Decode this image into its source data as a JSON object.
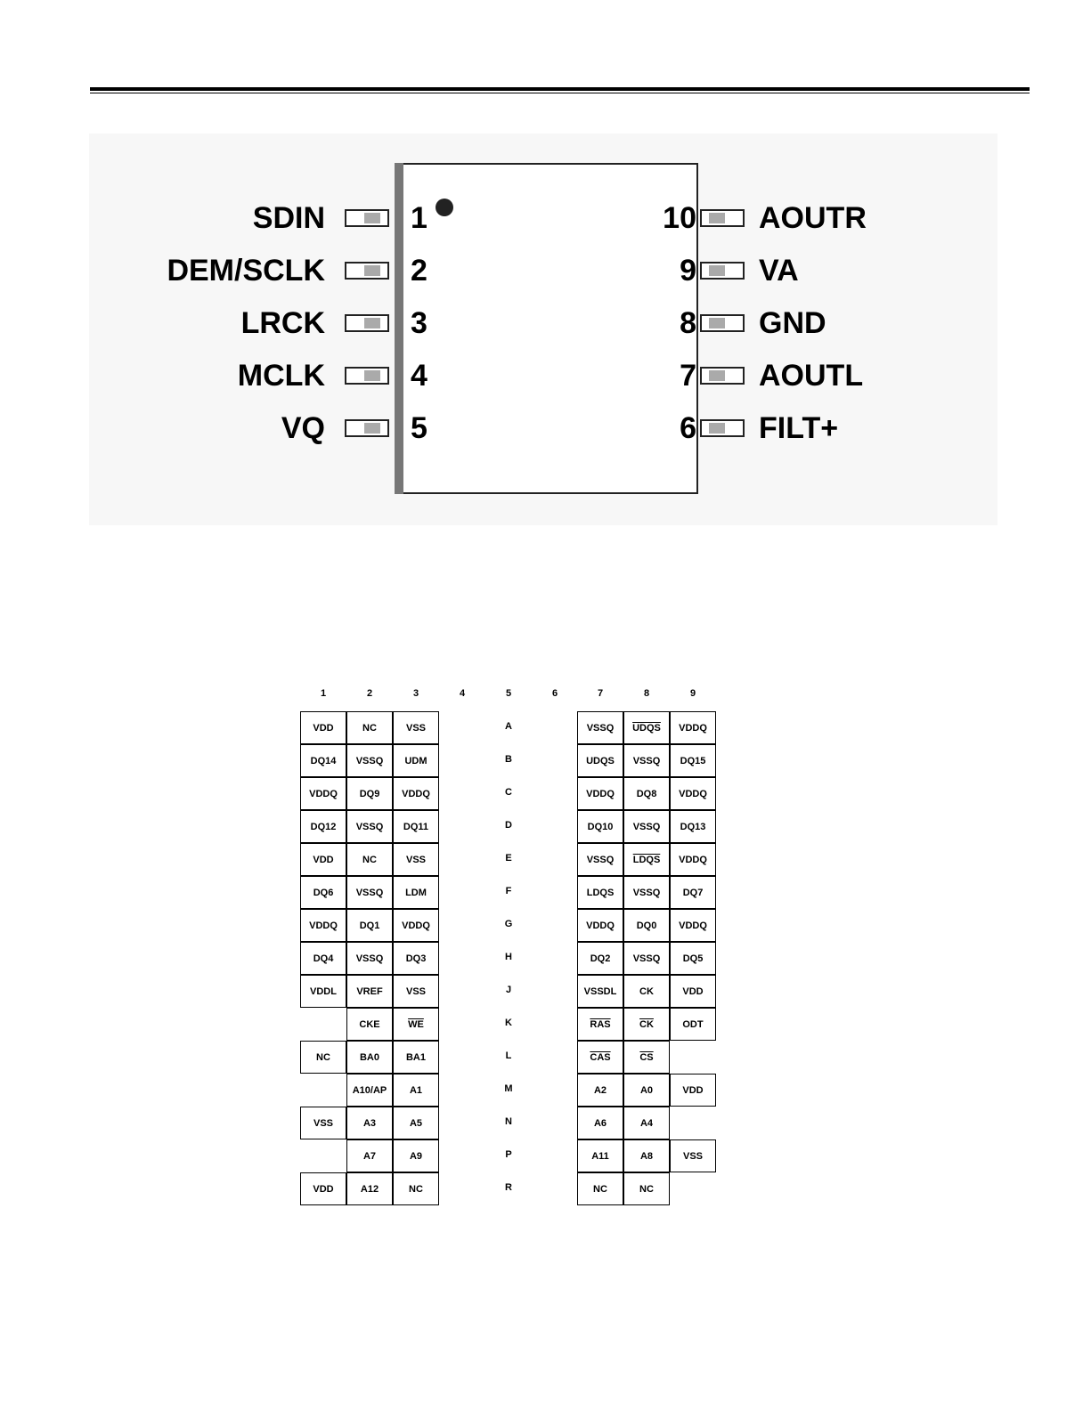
{
  "ic": {
    "left_pins": [
      {
        "num": "1",
        "name": "SDIN"
      },
      {
        "num": "2",
        "name": "DEM/SCLK"
      },
      {
        "num": "3",
        "name": "LRCK"
      },
      {
        "num": "4",
        "name": "MCLK"
      },
      {
        "num": "5",
        "name": "VQ"
      }
    ],
    "right_pins": [
      {
        "num": "10",
        "name": "AOUTR"
      },
      {
        "num": "9",
        "name": "VA"
      },
      {
        "num": "8",
        "name": "GND"
      },
      {
        "num": "7",
        "name": "AOUTL"
      },
      {
        "num": "6",
        "name": "FILT+"
      }
    ]
  },
  "bga": {
    "columns": [
      "1",
      "2",
      "3",
      "4",
      "5",
      "6",
      "7",
      "8",
      "9"
    ],
    "rows": [
      "A",
      "B",
      "C",
      "D",
      "E",
      "F",
      "G",
      "H",
      "J",
      "K",
      "L",
      "M",
      "N",
      "P",
      "R"
    ],
    "left_block": [
      [
        {
          "t": "VDD",
          "box": true
        },
        {
          "t": "NC",
          "box": true
        },
        {
          "t": "VSS",
          "box": true
        }
      ],
      [
        {
          "t": "DQ14",
          "box": true
        },
        {
          "t": "VSSQ",
          "box": true
        },
        {
          "t": "UDM",
          "box": true
        }
      ],
      [
        {
          "t": "VDDQ",
          "box": true
        },
        {
          "t": "DQ9",
          "box": true
        },
        {
          "t": "VDDQ",
          "box": true
        }
      ],
      [
        {
          "t": "DQ12",
          "box": true
        },
        {
          "t": "VSSQ",
          "box": true
        },
        {
          "t": "DQ11",
          "box": true
        }
      ],
      [
        {
          "t": "VDD",
          "box": true
        },
        {
          "t": "NC",
          "box": true
        },
        {
          "t": "VSS",
          "box": true
        }
      ],
      [
        {
          "t": "DQ6",
          "box": true
        },
        {
          "t": "VSSQ",
          "box": true
        },
        {
          "t": "LDM",
          "box": true
        }
      ],
      [
        {
          "t": "VDDQ",
          "box": true
        },
        {
          "t": "DQ1",
          "box": true
        },
        {
          "t": "VDDQ",
          "box": true
        }
      ],
      [
        {
          "t": "DQ4",
          "box": true
        },
        {
          "t": "VSSQ",
          "box": true
        },
        {
          "t": "DQ3",
          "box": true
        }
      ],
      [
        {
          "t": "VDDL",
          "box": true
        },
        {
          "t": "VREF",
          "box": true
        },
        {
          "t": "VSS",
          "box": true
        }
      ],
      [
        {
          "t": "",
          "box": false
        },
        {
          "t": "CKE",
          "box": true
        },
        {
          "t": "WE",
          "box": true,
          "ov": true
        }
      ],
      [
        {
          "t": "NC",
          "box": true
        },
        {
          "t": "BA0",
          "box": true
        },
        {
          "t": "BA1",
          "box": true
        }
      ],
      [
        {
          "t": "",
          "box": false
        },
        {
          "t": "A10/AP",
          "box": true
        },
        {
          "t": "A1",
          "box": true
        }
      ],
      [
        {
          "t": "VSS",
          "box": true
        },
        {
          "t": "A3",
          "box": true
        },
        {
          "t": "A5",
          "box": true
        }
      ],
      [
        {
          "t": "",
          "box": false
        },
        {
          "t": "A7",
          "box": true
        },
        {
          "t": "A9",
          "box": true
        }
      ],
      [
        {
          "t": "VDD",
          "box": true
        },
        {
          "t": "A12",
          "box": true
        },
        {
          "t": "NC",
          "box": true
        }
      ]
    ],
    "right_block": [
      [
        {
          "t": "VSSQ",
          "box": true
        },
        {
          "t": "UDQS",
          "box": true,
          "ov": true
        },
        {
          "t": "VDDQ",
          "box": true
        }
      ],
      [
        {
          "t": "UDQS",
          "box": true
        },
        {
          "t": "VSSQ",
          "box": true
        },
        {
          "t": "DQ15",
          "box": true
        }
      ],
      [
        {
          "t": "VDDQ",
          "box": true
        },
        {
          "t": "DQ8",
          "box": true
        },
        {
          "t": "VDDQ",
          "box": true
        }
      ],
      [
        {
          "t": "DQ10",
          "box": true
        },
        {
          "t": "VSSQ",
          "box": true
        },
        {
          "t": "DQ13",
          "box": true
        }
      ],
      [
        {
          "t": "VSSQ",
          "box": true
        },
        {
          "t": "LDQS",
          "box": true,
          "ov": true
        },
        {
          "t": "VDDQ",
          "box": true
        }
      ],
      [
        {
          "t": "LDQS",
          "box": true
        },
        {
          "t": "VSSQ",
          "box": true
        },
        {
          "t": "DQ7",
          "box": true
        }
      ],
      [
        {
          "t": "VDDQ",
          "box": true
        },
        {
          "t": "DQ0",
          "box": true
        },
        {
          "t": "VDDQ",
          "box": true
        }
      ],
      [
        {
          "t": "DQ2",
          "box": true
        },
        {
          "t": "VSSQ",
          "box": true
        },
        {
          "t": "DQ5",
          "box": true
        }
      ],
      [
        {
          "t": "VSSDL",
          "box": true
        },
        {
          "t": "CK",
          "box": true
        },
        {
          "t": "VDD",
          "box": true
        }
      ],
      [
        {
          "t": "RAS",
          "box": true,
          "ov": true
        },
        {
          "t": "CK",
          "box": true,
          "ov": true
        },
        {
          "t": "ODT",
          "box": true
        }
      ],
      [
        {
          "t": "CAS",
          "box": true,
          "ov": true
        },
        {
          "t": "CS",
          "box": true,
          "ov": true
        },
        {
          "t": "",
          "box": false
        }
      ],
      [
        {
          "t": "A2",
          "box": true
        },
        {
          "t": "A0",
          "box": true
        },
        {
          "t": "VDD",
          "box": true
        }
      ],
      [
        {
          "t": "A6",
          "box": true
        },
        {
          "t": "A4",
          "box": true
        },
        {
          "t": "",
          "box": false
        }
      ],
      [
        {
          "t": "A11",
          "box": true
        },
        {
          "t": "A8",
          "box": true
        },
        {
          "t": "VSS",
          "box": true
        }
      ],
      [
        {
          "t": "NC",
          "box": true
        },
        {
          "t": "NC",
          "box": true
        },
        {
          "t": "",
          "box": false
        }
      ]
    ]
  }
}
